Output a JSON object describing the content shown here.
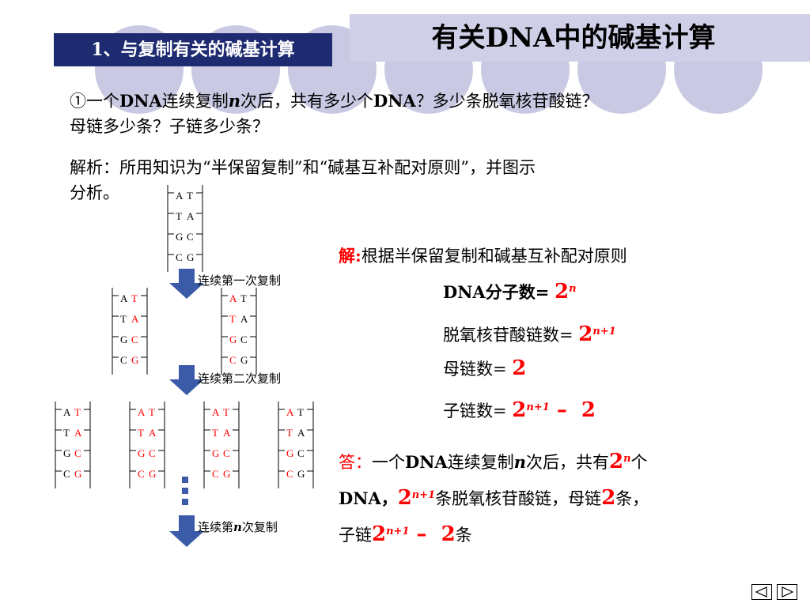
{
  "title": "有关DNA中的碱基计算",
  "section": "1、与复制有关的碱基计算",
  "question": {
    "marker": "①",
    "p1": "一个",
    "dna": "DNA",
    "p2": "连续复制",
    "n": "n",
    "p3": "次后，共有多少个",
    "dna2": "DNA",
    "p4": "？多少条脱氧核苷酸链？",
    "line2": "母链多少条？子链多少条？"
  },
  "analysis": {
    "line1": "解析：所用知识为“半保留复制”和“碱基互补配对原则”，并图示",
    "line2": "分析。"
  },
  "diagram": {
    "parent_left": [
      "A",
      "T",
      "G",
      "C"
    ],
    "parent_right": [
      "T",
      "A",
      "C",
      "G"
    ],
    "step1": "连续第一次复制",
    "step2": "连续第二次复制",
    "step_n_prefix": "连续第",
    "step_n_var": "n",
    "step_n_suffix": "次复制",
    "dots": "⋮"
  },
  "solution": {
    "label": "解:",
    "text": "根据半保留复制和碱基互补配对原则",
    "dna_label": "DNA分子数=",
    "dna_base": "2",
    "dna_exp": "n",
    "chain_label": "脱氧核苷酸链数=",
    "chain_base": "2",
    "chain_exp": "n+1",
    "mother_label": "母链数=",
    "mother_value": "2",
    "child_label": "子链数=",
    "child_base": "2",
    "child_exp": "n+1",
    "child_minus": " –  2"
  },
  "answer": {
    "label": "答：",
    "p1": "一个",
    "dna": "DNA",
    "p2": "连续复制",
    "n": "n",
    "p3": "次后，共有",
    "v1": "2",
    "e1": "n",
    "p4": "个",
    "dna2": "DNA，",
    "v2": "2",
    "e2": "n+1",
    "p5": "条脱氧核苷酸链，母链",
    "v3": "2",
    "p6": "条，",
    "p7": "子链",
    "v4": "2",
    "e4": "n+1",
    "minus": " –  ",
    "v5": "2",
    "p8": "条"
  },
  "nav": {
    "prev_icon": "triangle-left-icon",
    "next_icon": "triangle-right-icon"
  }
}
